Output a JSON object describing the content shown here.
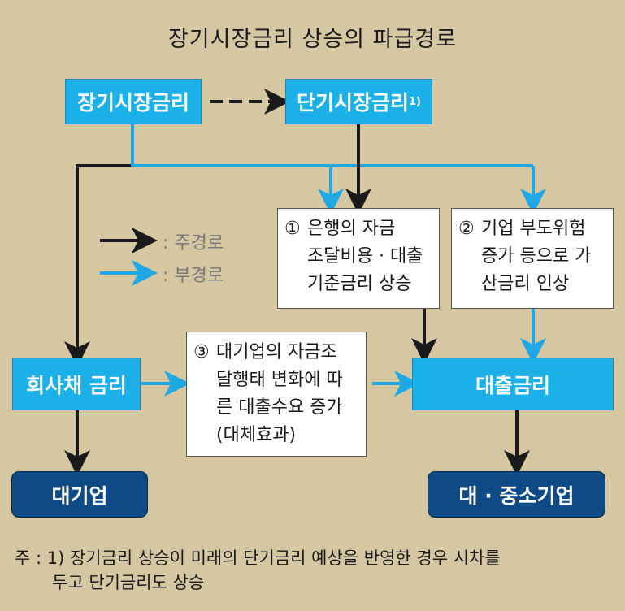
{
  "title": "장기시장금리 상승의 파급경로",
  "nodes": {
    "long_rate": "장기시장금리",
    "short_rate": "단기시장금리",
    "short_rate_note_mark": "1)",
    "bond_rate": "회사채 금리",
    "loan_rate": "대출금리",
    "large_firm": "대기업",
    "sme": "대 · 중소기업"
  },
  "channels": {
    "c1": {
      "num": "①",
      "text": "은행의 자금\n조달비용 · 대출\n기준금리 상승"
    },
    "c2": {
      "num": "②",
      "text": "기업 부도위험\n증가 등으로 가\n산금리 인상"
    },
    "c3": {
      "num": "③",
      "text": "대기업의 자금조\n달행태 변화에 따\n른 대출수요 증가\n(대체효과)"
    }
  },
  "legend": {
    "main": ": 주경로",
    "sub": ": 부경로"
  },
  "colors": {
    "main_path": "#1a1a1a",
    "sub_path": "#1ea8e6",
    "cyan_box": "#1cb0e8",
    "navy_box": "#0d4a86",
    "background": "#d5c7a2"
  },
  "footnote": {
    "line1": "주 : 1) 장기금리 상승이 미래의 단기금리 예상을 반영한 경우 시차를",
    "line2": "두고 단기금리도 상승"
  }
}
